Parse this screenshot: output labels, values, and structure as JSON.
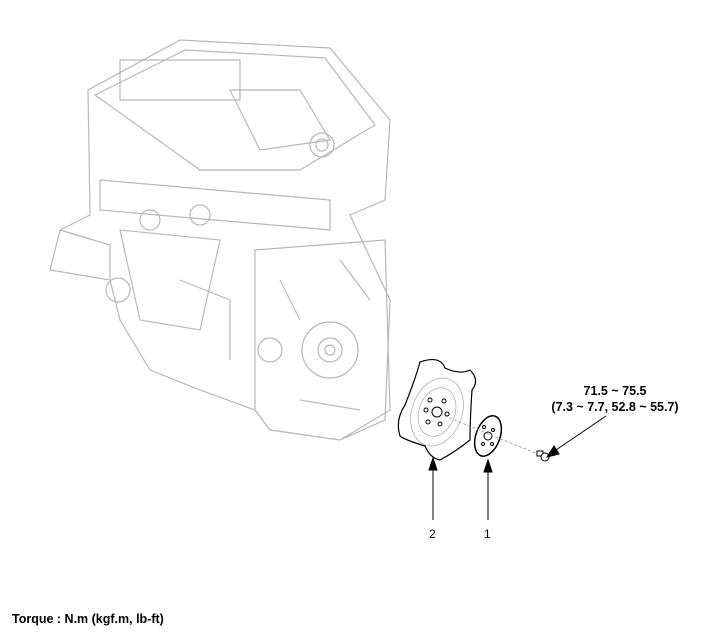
{
  "callouts": [
    {
      "number": "1",
      "part": "plate"
    },
    {
      "number": "2",
      "part": "drive-plate"
    }
  ],
  "torque_spec": {
    "line1": "71.5 ~ 75.5",
    "line2": "(7.3 ~ 7.7, 52.8 ~ 55.7)"
  },
  "footer": "Torque : N.m (kgf.m, lb-ft)",
  "colors": {
    "engine_line": "#b8b8b8",
    "ink": "#000000"
  }
}
